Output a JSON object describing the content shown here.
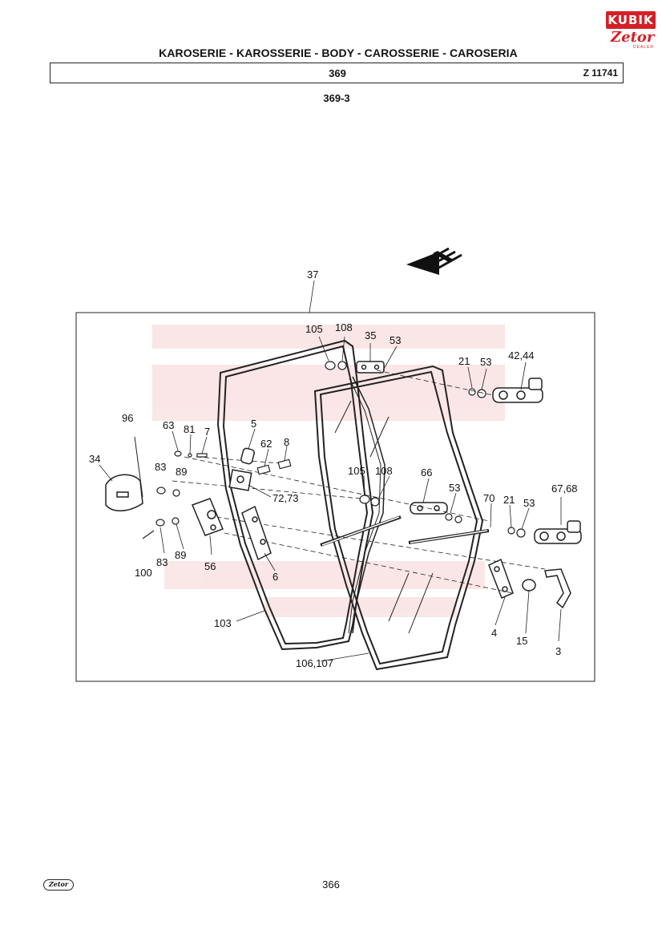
{
  "header": {
    "title": "KAROSERIE - KAROSSERIE - BODY - CAROSSERIE - CAROSERIA",
    "section_code": "369",
    "reference": "Z 11741",
    "subtitle": "369-3"
  },
  "logo": {
    "brand": "KUBIK",
    "sub": "Zetor",
    "tag": "DEALER"
  },
  "diagram": {
    "callouts": {
      "c37": "37",
      "c105a": "105",
      "c108a": "108",
      "c35": "35",
      "c53a": "53",
      "c21a": "21",
      "c53b": "53",
      "c4244": "42,44",
      "c96": "96",
      "c63": "63",
      "c81": "81",
      "c7": "7",
      "c5": "5",
      "c62": "62",
      "c8": "8",
      "c34": "34",
      "c83a": "83",
      "c89a": "89",
      "c7273": "72,73",
      "c105b": "105",
      "c108b": "108",
      "c66": "66",
      "c53c": "53",
      "c70": "70",
      "c21b": "21",
      "c53d": "53",
      "c6768": "67,68",
      "c83b": "83",
      "c89b": "89",
      "c56": "56",
      "c6": "6",
      "c100": "100",
      "c103": "103",
      "c4": "4",
      "c15": "15",
      "c3": "3",
      "c106107": "106,107"
    }
  },
  "footer": {
    "brand": "Zetor",
    "page_number": "366"
  }
}
